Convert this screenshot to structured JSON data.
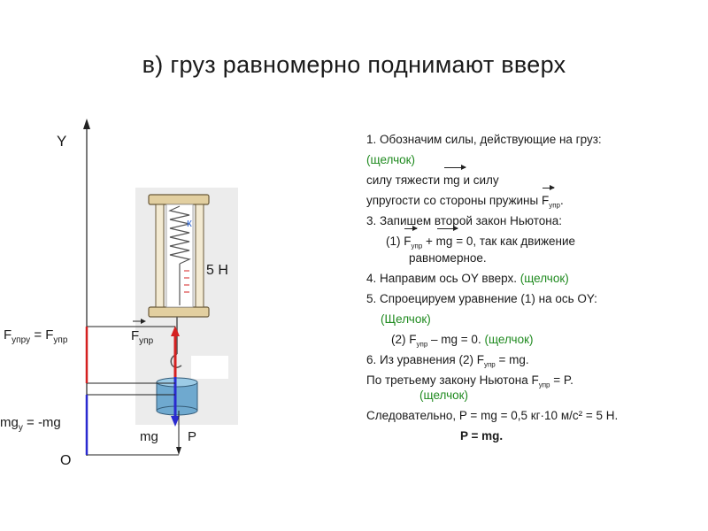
{
  "title": "в) груз равномерно поднимают вверх",
  "axis": {
    "y": "Y",
    "origin": "O"
  },
  "labels": {
    "fupr_eq_a": "F",
    "fupr_eq_sub_a": "упрy",
    "fupr_eq_mid": " = F",
    "fupr_eq_sub_b": "упр",
    "mgy_a": "mg",
    "mgy_sub": "y",
    "mgy_b": " = -mg",
    "fupr_a": "F",
    "fupr_sub": "упр",
    "mg": "mg",
    "p": "P",
    "spring_reading": "5 Н",
    "spring_k": "к"
  },
  "steps": {
    "l1": "1. Обозначим силы, действующие на груз:",
    "l2": "(щелчок)",
    "l3a": "силу тяжести ",
    "l3v": "mg",
    "l3b": " и силу",
    "l4a": " упругости со стороны пружины ",
    "l4v": "F",
    "l4s": "упр",
    "l4b": ".",
    "l5": "3. Запишем второй закон Ньютона:",
    "l6a": "(1)      ",
    "l6v1": "F",
    "l6s": "упр",
    "l6m": " + ",
    "l6v2": "mg",
    "l6b": " = 0, так как движение",
    "l7": "равномерное.",
    "l8a": "4. Направим ось OY вверх. ",
    "l8g": "(щелчок)",
    "l9": "5. Спроецируем уравнение (1) на ось OY:",
    "l10": "(Щелчок)",
    "l11a": "(2)      F",
    "l11s": "упр",
    "l11b": " – mg = 0. ",
    "l11g": "(щелчок)",
    "l12a": "6.        Из уравнения (2)  F",
    "l12s": "упр",
    "l12b": " = mg.",
    "l13a": "По третьему закону Ньютона F",
    "l13s": "упр",
    "l13b": " = P.",
    "l14": "(щелчок)",
    "l15": "Следовательно,  P = mg = 0,5 кг·10 м/с² = 5 Н.",
    "l16": "P = mg."
  },
  "colors": {
    "force_red": "#d42020",
    "weight_blue": "#2a2ad0",
    "click_green": "#1f8a1f"
  }
}
